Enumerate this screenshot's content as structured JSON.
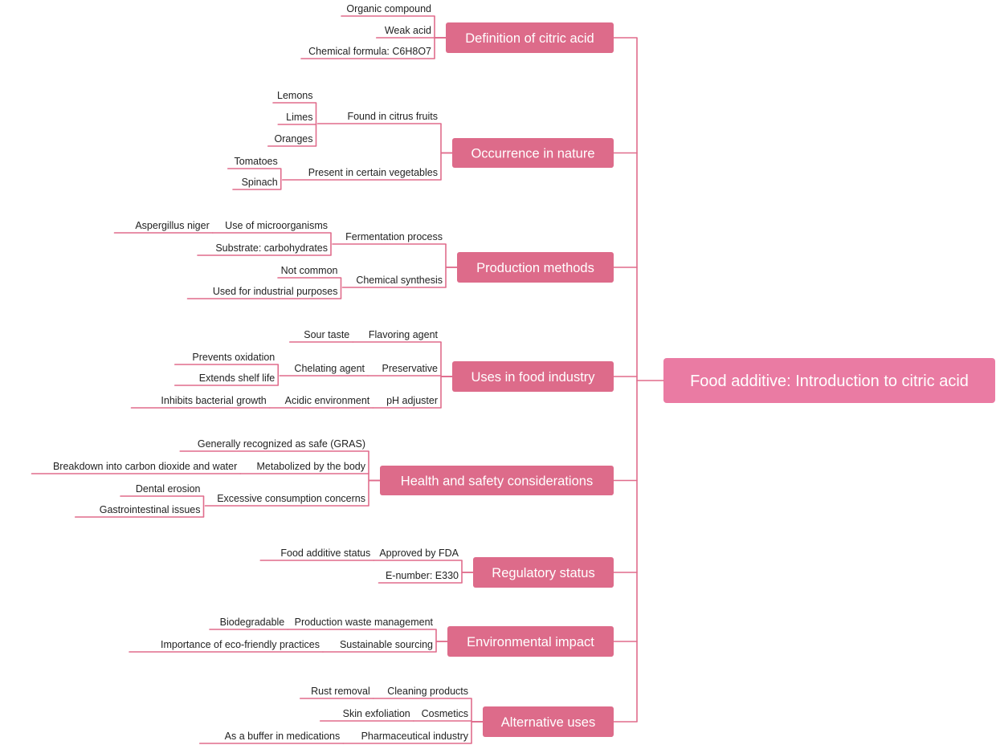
{
  "colors": {
    "branch": "#e06c8c",
    "root_fill": "#ea7ba3",
    "node_fill": "#dd6b8a",
    "node_text": "#ffffff",
    "leaf_text": "#222222"
  },
  "root": {
    "label": "Food additive: Introduction to citric acid"
  },
  "topics": [
    {
      "label": "Definition of citric acid",
      "children": [
        {
          "label": "Organic compound"
        },
        {
          "label": "Weak acid"
        },
        {
          "label": "Chemical formula: C6H8O7"
        }
      ]
    },
    {
      "label": "Occurrence in nature",
      "children": [
        {
          "label": "Found in citrus fruits",
          "children": [
            {
              "label": "Lemons"
            },
            {
              "label": "Limes"
            },
            {
              "label": "Oranges"
            }
          ]
        },
        {
          "label": "Present in certain vegetables",
          "children": [
            {
              "label": "Tomatoes"
            },
            {
              "label": "Spinach"
            }
          ]
        }
      ]
    },
    {
      "label": "Production methods",
      "children": [
        {
          "label": "Fermentation process",
          "children": [
            {
              "label": "Use of microorganisms",
              "children": [
                {
                  "label": "Aspergillus niger"
                }
              ]
            },
            {
              "label": "Substrate: carbohydrates"
            }
          ]
        },
        {
          "label": "Chemical synthesis",
          "children": [
            {
              "label": "Not common"
            },
            {
              "label": "Used for industrial purposes"
            }
          ]
        }
      ]
    },
    {
      "label": "Uses in food industry",
      "children": [
        {
          "label": "Flavoring agent",
          "children": [
            {
              "label": "Sour taste"
            }
          ]
        },
        {
          "label": "Preservative",
          "children": [
            {
              "label": "Chelating agent",
              "children": [
                {
                  "label": "Prevents oxidation"
                },
                {
                  "label": "Extends shelf life"
                }
              ]
            }
          ]
        },
        {
          "label": "pH adjuster",
          "children": [
            {
              "label": "Acidic environment",
              "children": [
                {
                  "label": "Inhibits bacterial growth"
                }
              ]
            }
          ]
        }
      ]
    },
    {
      "label": "Health and safety considerations",
      "children": [
        {
          "label": "Generally recognized as safe (GRAS)"
        },
        {
          "label": "Metabolized by the body",
          "children": [
            {
              "label": "Breakdown into carbon dioxide and water"
            }
          ]
        },
        {
          "label": "Excessive consumption concerns",
          "children": [
            {
              "label": "Dental erosion"
            },
            {
              "label": "Gastrointestinal issues"
            }
          ]
        }
      ]
    },
    {
      "label": "Regulatory status",
      "children": [
        {
          "label": "Approved by FDA",
          "children": [
            {
              "label": "Food additive status"
            }
          ]
        },
        {
          "label": "E-number: E330"
        }
      ]
    },
    {
      "label": "Environmental impact",
      "children": [
        {
          "label": "Production waste management",
          "children": [
            {
              "label": "Biodegradable"
            }
          ]
        },
        {
          "label": "Sustainable sourcing",
          "children": [
            {
              "label": "Importance of eco-friendly practices"
            }
          ]
        }
      ]
    },
    {
      "label": "Alternative uses",
      "children": [
        {
          "label": "Cleaning products",
          "children": [
            {
              "label": "Rust removal"
            }
          ]
        },
        {
          "label": "Cosmetics",
          "children": [
            {
              "label": "Skin exfoliation"
            }
          ]
        },
        {
          "label": "Pharmaceutical industry",
          "children": [
            {
              "label": "As a buffer in medications"
            }
          ]
        }
      ]
    }
  ]
}
